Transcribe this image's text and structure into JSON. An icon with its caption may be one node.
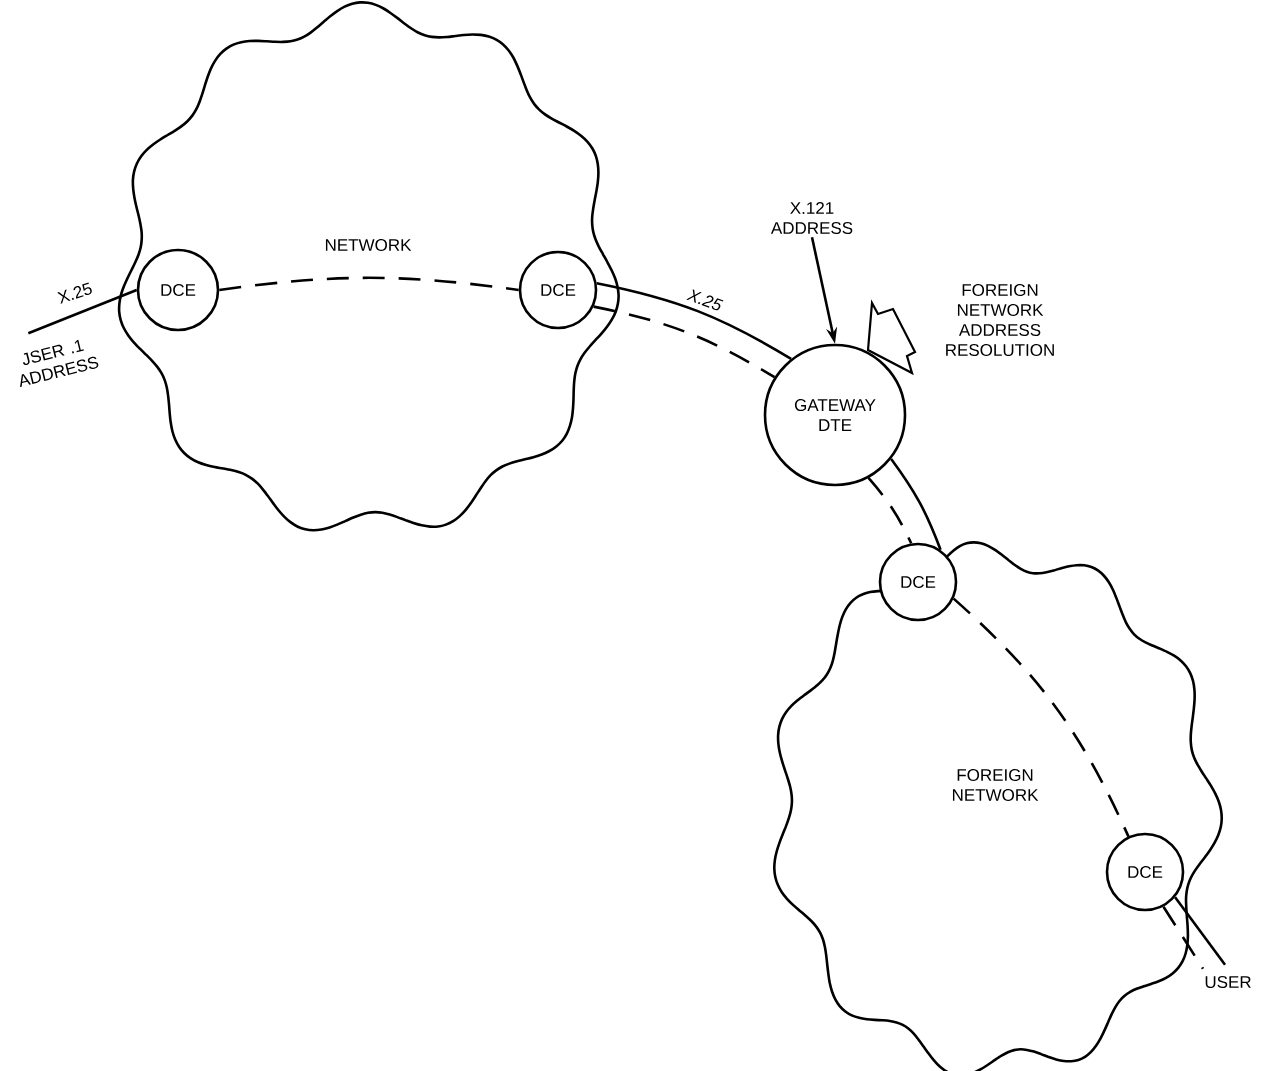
{
  "diagram": {
    "nodes": [
      {
        "text": [
          "NETWORK"
        ]
      },
      {
        "text": [
          "JSER .1 ADDRESS"
        ]
      },
      {
        "text": [
          "DCE"
        ],
        "in": 0
      },
      {
        "text": [
          "DCE"
        ],
        "in": 0
      },
      {
        "text": [
          "X.121 ADDRESS"
        ]
      },
      {
        "text": [
          "GATEWAY DTE"
        ]
      },
      {
        "text": [
          "FOREIGN NETWORK"
        ]
      },
      {
        "text": [
          "DCE"
        ],
        "in": 6
      },
      {
        "text": [
          "DCE"
        ],
        "in": 6
      },
      {
        "text": [
          "USER"
        ]
      }
    ],
    "edges": [
      {
        "from": 1,
        "to": 2,
        "arrow": "none",
        "label": "X.25"
      },
      {
        "from": 2,
        "to": 3,
        "arrow": "none",
        "style": "dashed"
      },
      {
        "from": 3,
        "to": 5,
        "arrow": "none",
        "label": "X.25"
      },
      {
        "from": 3,
        "to": 5,
        "arrow": "none",
        "style": "dashed"
      },
      {
        "from": 4,
        "to": 5,
        "arrow": "to"
      },
      {
        "from": 5,
        "to": 7,
        "arrow": "none"
      },
      {
        "from": 5,
        "to": 7,
        "arrow": "none",
        "style": "dashed"
      },
      {
        "from": 7,
        "to": 8,
        "arrow": "none",
        "style": "dashed"
      },
      {
        "from": 8,
        "to": 9,
        "arrow": "none"
      },
      {
        "from": 8,
        "to": 9,
        "arrow": "none",
        "style": "dashed"
      }
    ],
    "labels": [
      "FOREIGN NETWORK ADDRESS RESOLUTION"
    ]
  }
}
